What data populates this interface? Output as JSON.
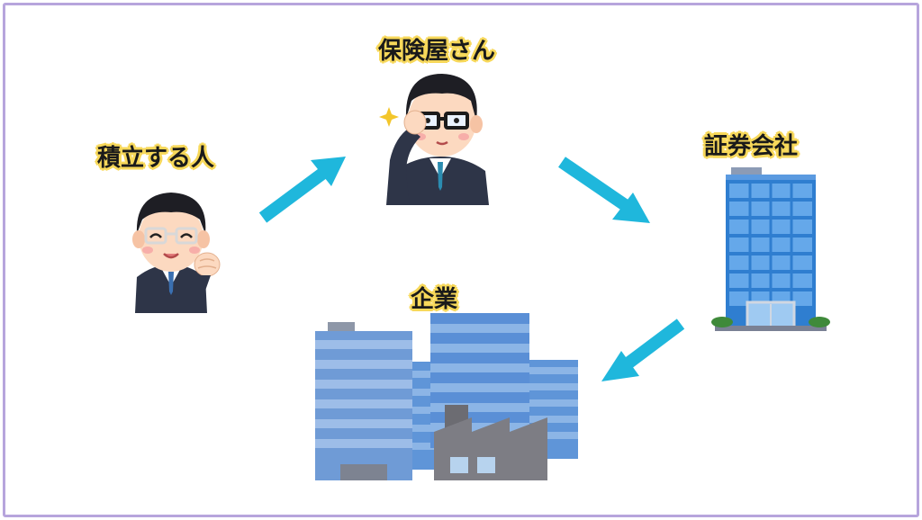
{
  "nodes": {
    "saver": {
      "label": "積立する人",
      "icon": "happy-businessman"
    },
    "insurer": {
      "label": "保険屋さん",
      "icon": "businessman-adjusting-glasses"
    },
    "securities": {
      "label": "証券会社",
      "icon": "office-tower"
    },
    "company": {
      "label": "企業",
      "icon": "office-buildings-and-factory"
    }
  },
  "colors": {
    "arrow": "#1fb7dc",
    "frame": "#b7a5dc",
    "label_outline": "#f7d85a"
  }
}
